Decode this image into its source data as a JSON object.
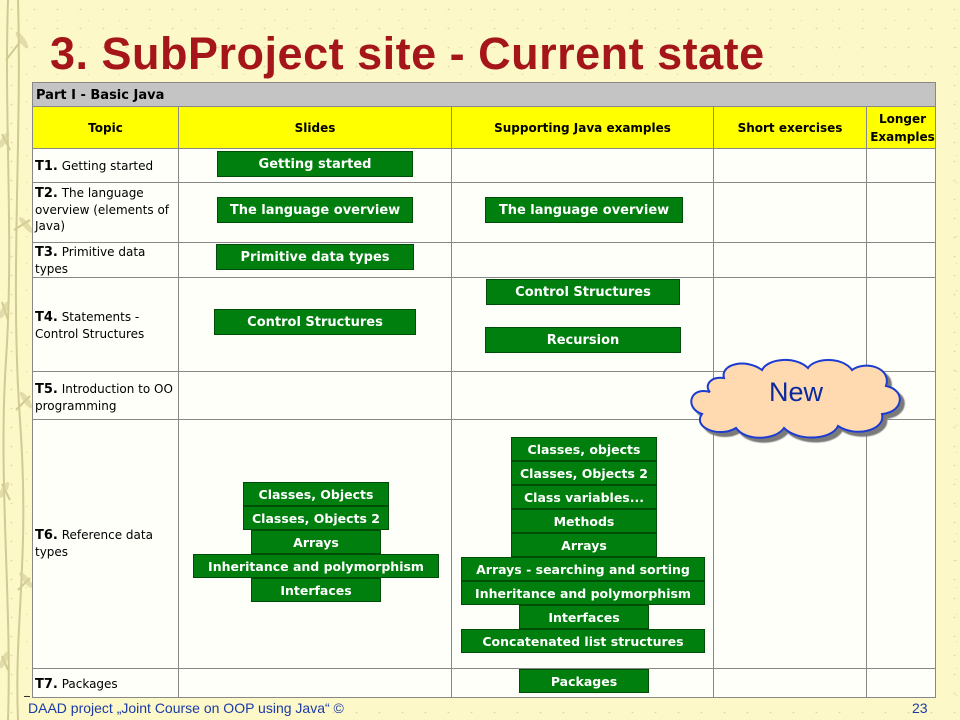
{
  "title": "3. SubProject site - Current state",
  "table": {
    "part_label": "Part I - Basic Java",
    "headers": [
      "Topic",
      "Slides",
      "Supporting Java examples",
      "Short exercises",
      "Longer Examples"
    ],
    "topics": [
      {
        "num": "T1.",
        "text": "Getting started"
      },
      {
        "num": "T2.",
        "text": "The language overview (elements of Java)"
      },
      {
        "num": "T3.",
        "text": "Primitive data types"
      },
      {
        "num": "T4.",
        "text": "Statements - Control Structures"
      },
      {
        "num": "T5.",
        "text": "Introduction to OO programming"
      },
      {
        "num": "T6.",
        "text": "Reference data types"
      },
      {
        "num": "T7.",
        "text": "Packages"
      }
    ],
    "slides": {
      "t1": "Getting started",
      "t2": "The language overview",
      "t3": "Primitive data types",
      "t4": "Control Structures",
      "t6": [
        "Classes, Objects",
        "Classes, Objects 2",
        "Arrays",
        "Inheritance and polymorphism",
        "Interfaces"
      ]
    },
    "examples": {
      "t2": "The language overview",
      "t4": [
        "Control Structures",
        "Recursion"
      ],
      "t6": [
        "Classes, objects",
        "Classes, Objects 2",
        "Class variables...",
        "Methods",
        "Arrays",
        "Arrays - searching and sorting",
        "Inheritance and polymorphism",
        "Interfaces",
        "Concatenated list structures"
      ],
      "t7": "Packages"
    }
  },
  "callout": {
    "label": "New"
  },
  "footer": {
    "left": "DAAD project „Joint Course on OOP using Java“ ©",
    "page": "23"
  },
  "colors": {
    "title": "#a4161a",
    "header_fill": "#ffff00",
    "box_fill": "#007f0e",
    "background": "#fdf8c8",
    "footer_text": "#1a3aa8"
  }
}
